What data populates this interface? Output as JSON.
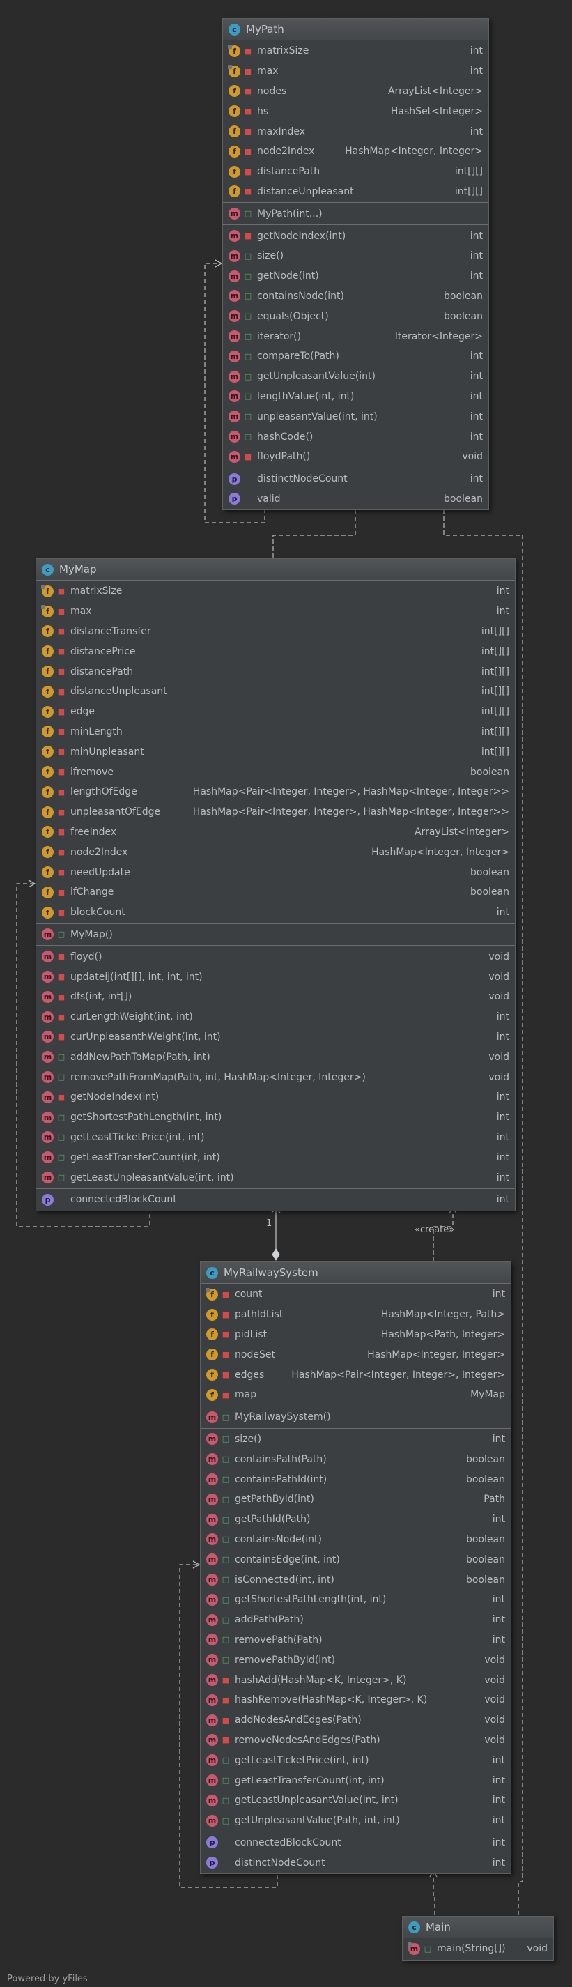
{
  "footer": "Powered by yFiles",
  "labels": {
    "create": "«create»",
    "one": "1"
  },
  "classes": {
    "mypath": {
      "title": "MyPath",
      "sections": [
        [
          {
            "icon": "f",
            "static": true,
            "vis": "priv",
            "name": "matrixSize",
            "type": "int"
          },
          {
            "icon": "f",
            "static": true,
            "vis": "priv",
            "name": "max",
            "type": "int"
          },
          {
            "icon": "f",
            "vis": "priv",
            "name": "nodes",
            "type": "ArrayList<Integer>"
          },
          {
            "icon": "f",
            "vis": "priv",
            "name": "hs",
            "type": "HashSet<Integer>"
          },
          {
            "icon": "f",
            "vis": "priv",
            "name": "maxIndex",
            "type": "int"
          },
          {
            "icon": "f",
            "vis": "priv",
            "name": "node2Index",
            "type": "HashMap<Integer, Integer>"
          },
          {
            "icon": "f",
            "vis": "priv",
            "name": "distancePath",
            "type": "int[][]"
          },
          {
            "icon": "f",
            "vis": "priv",
            "name": "distanceUnpleasant",
            "type": "int[][]"
          }
        ],
        [
          {
            "icon": "m",
            "vis": "pub",
            "name": "MyPath(int...)",
            "type": ""
          }
        ],
        [
          {
            "icon": "m",
            "vis": "priv",
            "name": "getNodeIndex(int)",
            "type": "int"
          },
          {
            "icon": "m",
            "vis": "pub",
            "name": "size()",
            "type": "int"
          },
          {
            "icon": "m",
            "vis": "pub",
            "name": "getNode(int)",
            "type": "int"
          },
          {
            "icon": "m",
            "vis": "pub",
            "name": "containsNode(int)",
            "type": "boolean"
          },
          {
            "icon": "m",
            "vis": "pub",
            "name": "equals(Object)",
            "type": "boolean"
          },
          {
            "icon": "m",
            "vis": "pub",
            "name": "iterator()",
            "type": "Iterator<Integer>"
          },
          {
            "icon": "m",
            "vis": "pub",
            "name": "compareTo(Path)",
            "type": "int"
          },
          {
            "icon": "m",
            "vis": "pub",
            "name": "getUnpleasantValue(int)",
            "type": "int"
          },
          {
            "icon": "m",
            "vis": "pub",
            "name": "lengthValue(int, int)",
            "type": "int"
          },
          {
            "icon": "m",
            "vis": "pub",
            "name": "unpleasantValue(int, int)",
            "type": "int"
          },
          {
            "icon": "m",
            "vis": "pub",
            "name": "hashCode()",
            "type": "int"
          },
          {
            "icon": "m",
            "vis": "priv",
            "name": "floydPath()",
            "type": "void"
          }
        ],
        [
          {
            "icon": "p",
            "vis": "none",
            "name": "distinctNodeCount",
            "type": "int"
          },
          {
            "icon": "p",
            "vis": "none",
            "name": "valid",
            "type": "boolean"
          }
        ]
      ]
    },
    "mymap": {
      "title": "MyMap",
      "sections": [
        [
          {
            "icon": "f",
            "static": true,
            "vis": "priv",
            "name": "matrixSize",
            "type": "int"
          },
          {
            "icon": "f",
            "static": true,
            "vis": "priv",
            "name": "max",
            "type": "int"
          },
          {
            "icon": "f",
            "vis": "priv",
            "name": "distanceTransfer",
            "type": "int[][]"
          },
          {
            "icon": "f",
            "vis": "priv",
            "name": "distancePrice",
            "type": "int[][]"
          },
          {
            "icon": "f",
            "vis": "priv",
            "name": "distancePath",
            "type": "int[][]"
          },
          {
            "icon": "f",
            "vis": "priv",
            "name": "distanceUnpleasant",
            "type": "int[][]"
          },
          {
            "icon": "f",
            "vis": "priv",
            "name": "edge",
            "type": "int[][]"
          },
          {
            "icon": "f",
            "vis": "priv",
            "name": "minLength",
            "type": "int[][]"
          },
          {
            "icon": "f",
            "vis": "priv",
            "name": "minUnpleasant",
            "type": "int[][]"
          },
          {
            "icon": "f",
            "vis": "priv",
            "name": "ifremove",
            "type": "boolean"
          },
          {
            "icon": "f",
            "vis": "priv",
            "name": "lengthOfEdge",
            "type": "HashMap<Pair<Integer, Integer>, HashMap<Integer, Integer>>"
          },
          {
            "icon": "f",
            "vis": "priv",
            "name": "unpleasantOfEdge",
            "type": "HashMap<Pair<Integer, Integer>, HashMap<Integer, Integer>>"
          },
          {
            "icon": "f",
            "vis": "priv",
            "name": "freeIndex",
            "type": "ArrayList<Integer>"
          },
          {
            "icon": "f",
            "vis": "priv",
            "name": "node2Index",
            "type": "HashMap<Integer, Integer>"
          },
          {
            "icon": "f",
            "vis": "priv",
            "name": "needUpdate",
            "type": "boolean"
          },
          {
            "icon": "f",
            "vis": "priv",
            "name": "ifChange",
            "type": "boolean"
          },
          {
            "icon": "f",
            "vis": "priv",
            "name": "blockCount",
            "type": "int"
          }
        ],
        [
          {
            "icon": "m",
            "vis": "pub",
            "name": "MyMap()",
            "type": ""
          }
        ],
        [
          {
            "icon": "m",
            "vis": "priv",
            "name": "floyd()",
            "type": "void"
          },
          {
            "icon": "m",
            "vis": "priv",
            "name": "updateij(int[][], int, int, int)",
            "type": "void"
          },
          {
            "icon": "m",
            "vis": "priv",
            "name": "dfs(int, int[])",
            "type": "void"
          },
          {
            "icon": "m",
            "vis": "priv",
            "name": "curLengthWeight(int, int)",
            "type": "int"
          },
          {
            "icon": "m",
            "vis": "priv",
            "name": "curUnpleasanthWeight(int, int)",
            "type": "int"
          },
          {
            "icon": "m",
            "vis": "pub",
            "name": "addNewPathToMap(Path, int)",
            "type": "void"
          },
          {
            "icon": "m",
            "vis": "pub",
            "name": "removePathFromMap(Path, int, HashMap<Integer, Integer>)",
            "type": "void"
          },
          {
            "icon": "m",
            "vis": "priv",
            "name": "getNodeIndex(int)",
            "type": "int"
          },
          {
            "icon": "m",
            "vis": "pub",
            "name": "getShortestPathLength(int, int)",
            "type": "int"
          },
          {
            "icon": "m",
            "vis": "pub",
            "name": "getLeastTicketPrice(int, int)",
            "type": "int"
          },
          {
            "icon": "m",
            "vis": "pub",
            "name": "getLeastTransferCount(int, int)",
            "type": "int"
          },
          {
            "icon": "m",
            "vis": "pub",
            "name": "getLeastUnpleasantValue(int, int)",
            "type": "int"
          }
        ],
        [
          {
            "icon": "p",
            "vis": "none",
            "name": "connectedBlockCount",
            "type": "int"
          }
        ]
      ]
    },
    "myrailway": {
      "title": "MyRailwaySystem",
      "sections": [
        [
          {
            "icon": "f",
            "static": true,
            "vis": "priv",
            "name": "count",
            "type": "int"
          },
          {
            "icon": "f",
            "vis": "priv",
            "name": "pathIdList",
            "type": "HashMap<Integer, Path>"
          },
          {
            "icon": "f",
            "vis": "priv",
            "name": "pidList",
            "type": "HashMap<Path, Integer>"
          },
          {
            "icon": "f",
            "vis": "priv",
            "name": "nodeSet",
            "type": "HashMap<Integer, Integer>"
          },
          {
            "icon": "f",
            "vis": "priv",
            "name": "edges",
            "type": "HashMap<Pair<Integer, Integer>, Integer>"
          },
          {
            "icon": "f",
            "vis": "priv",
            "name": "map",
            "type": "MyMap"
          }
        ],
        [
          {
            "icon": "m",
            "vis": "pub",
            "name": "MyRailwaySystem()",
            "type": ""
          }
        ],
        [
          {
            "icon": "m",
            "vis": "pub",
            "name": "size()",
            "type": "int"
          },
          {
            "icon": "m",
            "vis": "pub",
            "name": "containsPath(Path)",
            "type": "boolean"
          },
          {
            "icon": "m",
            "vis": "pub",
            "name": "containsPathId(int)",
            "type": "boolean"
          },
          {
            "icon": "m",
            "vis": "pub",
            "name": "getPathById(int)",
            "type": "Path"
          },
          {
            "icon": "m",
            "vis": "pub",
            "name": "getPathId(Path)",
            "type": "int"
          },
          {
            "icon": "m",
            "vis": "pub",
            "name": "containsNode(int)",
            "type": "boolean"
          },
          {
            "icon": "m",
            "vis": "pub",
            "name": "containsEdge(int, int)",
            "type": "boolean"
          },
          {
            "icon": "m",
            "vis": "pub",
            "name": "isConnected(int, int)",
            "type": "boolean"
          },
          {
            "icon": "m",
            "vis": "pub",
            "name": "getShortestPathLength(int, int)",
            "type": "int"
          },
          {
            "icon": "m",
            "vis": "pub",
            "name": "addPath(Path)",
            "type": "int"
          },
          {
            "icon": "m",
            "vis": "pub",
            "name": "removePath(Path)",
            "type": "int"
          },
          {
            "icon": "m",
            "vis": "pub",
            "name": "removePathById(int)",
            "type": "void"
          },
          {
            "icon": "m",
            "vis": "priv",
            "name": "hashAdd(HashMap<K, Integer>, K)",
            "type": "void"
          },
          {
            "icon": "m",
            "vis": "priv",
            "name": "hashRemove(HashMap<K, Integer>, K)",
            "type": "void"
          },
          {
            "icon": "m",
            "vis": "priv",
            "name": "addNodesAndEdges(Path)",
            "type": "void"
          },
          {
            "icon": "m",
            "vis": "priv",
            "name": "removeNodesAndEdges(Path)",
            "type": "void"
          },
          {
            "icon": "m",
            "vis": "pub",
            "name": "getLeastTicketPrice(int, int)",
            "type": "int"
          },
          {
            "icon": "m",
            "vis": "pub",
            "name": "getLeastTransferCount(int, int)",
            "type": "int"
          },
          {
            "icon": "m",
            "vis": "pub",
            "name": "getLeastUnpleasantValue(int, int)",
            "type": "int"
          },
          {
            "icon": "m",
            "vis": "pub",
            "name": "getUnpleasantValue(Path, int, int)",
            "type": "int"
          }
        ],
        [
          {
            "icon": "p",
            "vis": "none",
            "name": "connectedBlockCount",
            "type": "int"
          },
          {
            "icon": "p",
            "vis": "none",
            "name": "distinctNodeCount",
            "type": "int"
          }
        ]
      ]
    },
    "main": {
      "title": "Main",
      "sections": [
        [
          {
            "icon": "m",
            "static": true,
            "vis": "pub",
            "name": "main(String[])",
            "type": "void"
          }
        ]
      ]
    }
  }
}
